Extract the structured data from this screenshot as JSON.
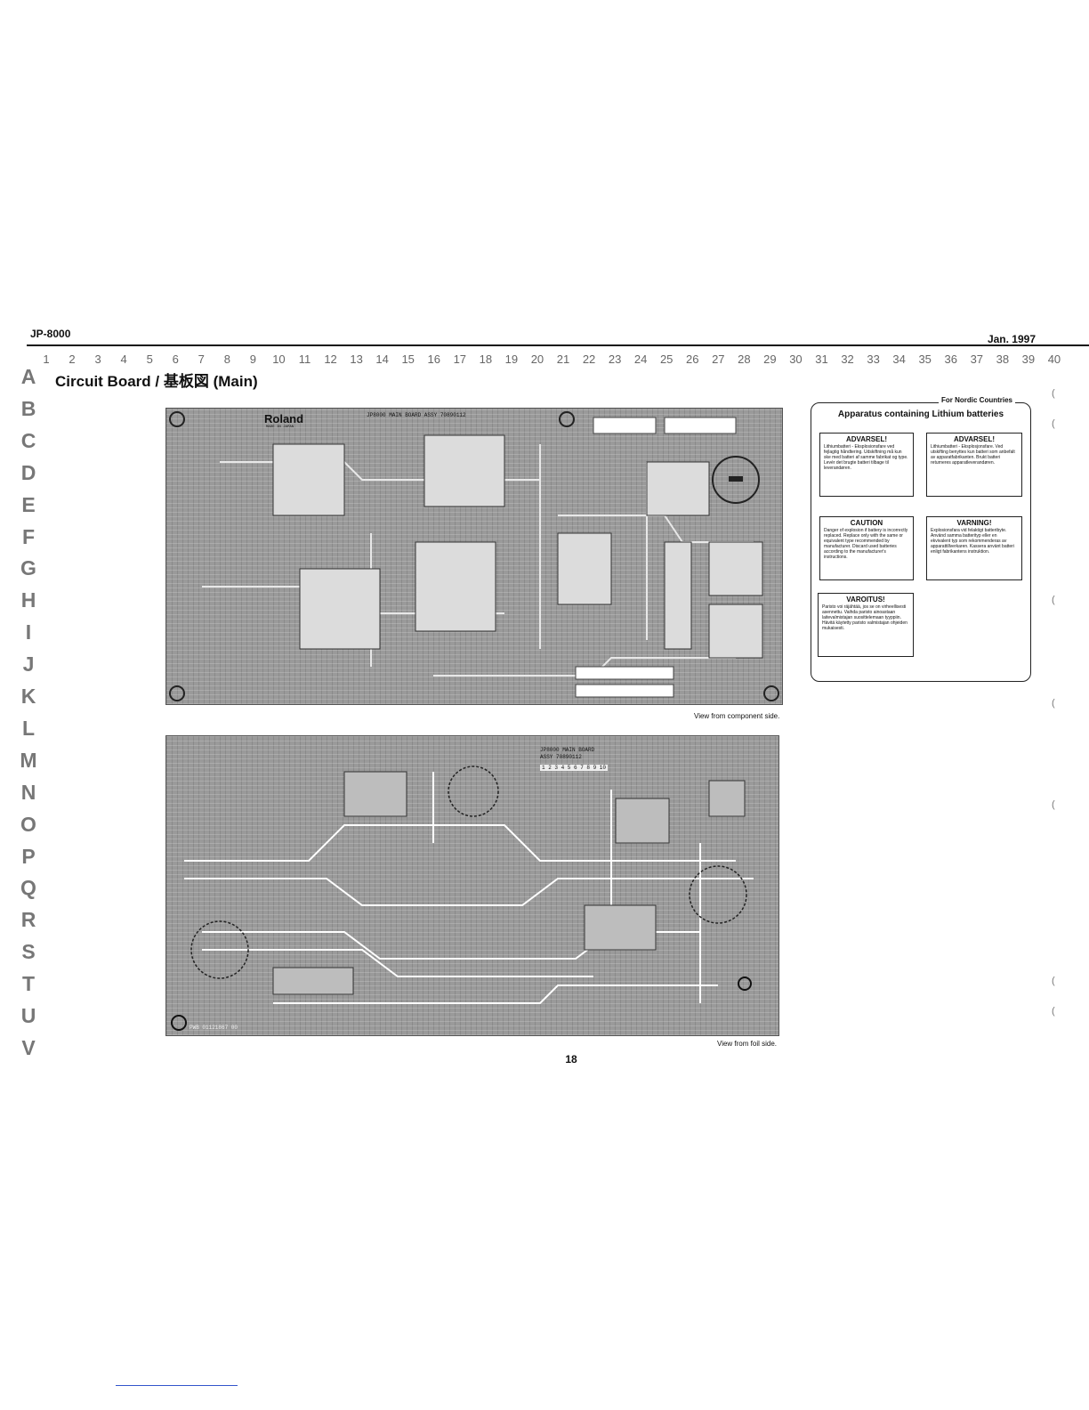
{
  "header": {
    "model": "JP-8000",
    "date": "Jan. 1997"
  },
  "grid": {
    "columns": [
      "1",
      "2",
      "3",
      "4",
      "5",
      "6",
      "7",
      "8",
      "9",
      "10",
      "11",
      "12",
      "13",
      "14",
      "15",
      "16",
      "17",
      "18",
      "19",
      "20",
      "21",
      "22",
      "23",
      "24",
      "25",
      "26",
      "27",
      "28",
      "29",
      "30",
      "31",
      "32",
      "33",
      "34",
      "35",
      "36",
      "37",
      "38",
      "39",
      "40"
    ],
    "rows": [
      "A",
      "B",
      "C",
      "D",
      "E",
      "F",
      "G",
      "H",
      "I",
      "J",
      "K",
      "L",
      "M",
      "N",
      "O",
      "P",
      "Q",
      "R",
      "S",
      "T",
      "U",
      "V"
    ]
  },
  "title": "Circuit Board / 基板図 (Main)",
  "boards": {
    "top": {
      "brand": "Roland",
      "silk": "JP8000 MAIN BOARD ASSY 70890112",
      "silk_small": "MADE IN JAPAN",
      "caption": "View from component side."
    },
    "bottom": {
      "silk_1": "JP8000 MAIN BOARD",
      "silk_2": "ASSY 70890112",
      "digits": "1 2 3 4 5 6 7 8 9 10",
      "pwb": "PWB 01121867 00",
      "caption": "View from foil side."
    }
  },
  "warnings": {
    "region": "For Nordic Countries",
    "title": "Apparatus containing Lithium batteries",
    "boxes": [
      {
        "heading": "ADVARSEL!",
        "text": "Lithiumbatteri - Eksplosionsfare ved fejlagtig håndtering. Udskiftning må kun ske med batteri af samme fabrikat og type. Levér det brugte batteri tilbage til leverandøren."
      },
      {
        "heading": "ADVARSEL!",
        "text": "Lithiumbatteri - Eksplosjonsfare. Ved utskifting benyttes kun batteri som anbefalt av apparatfabrikanten. Brukt batteri returneres apparatleverandøren."
      },
      {
        "heading": "CAUTION",
        "text": "Danger of explosion if battery is incorrectly replaced. Replace only with the same or equivalent type recommended by manufacturer. Discard used batteries according to the manufacturer's instructions."
      },
      {
        "heading": "VARNING!",
        "text": "Explosionsfara vid felaktigt batteribyte. Använd samma batterityp eller en ekvivalent typ som rekommenderas av apparattillverkaren. Kassera använt batteri enligt fabrikantens instruktion."
      },
      {
        "heading": "VAROITUS!",
        "text": "Paristo voi räjähtää, jos se on virheellisesti asennettu. Vaihda paristo ainoastaan laitevalmistajan suosittelemaan tyyppiin. Hävitä käytetty paristo valmistajan ohjeiden mukaisesti."
      }
    ]
  },
  "page_number": "18"
}
